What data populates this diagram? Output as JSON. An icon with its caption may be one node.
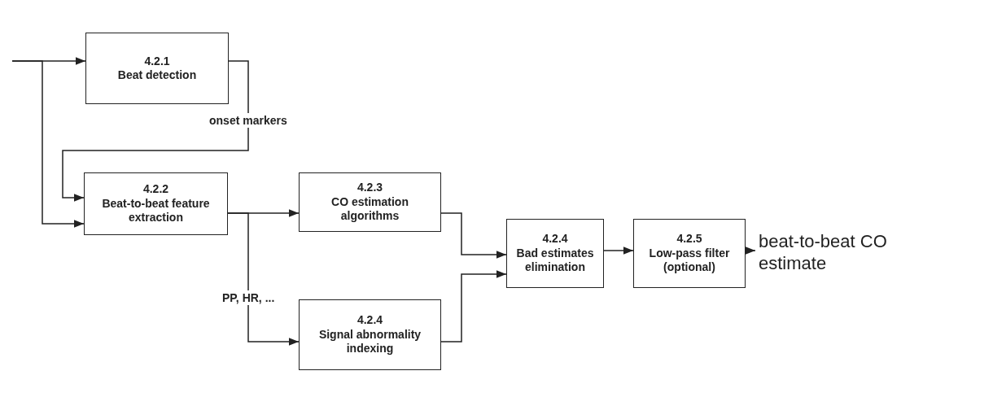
{
  "diagram": {
    "nodes": [
      {
        "text": [
          "4.2.1",
          "Beat detection"
        ]
      },
      {
        "text": [
          "4.2.2",
          "Beat-to-beat feature extraction"
        ]
      },
      {
        "text": [
          "4.2.3",
          "CO estimation algorithms"
        ]
      },
      {
        "text": [
          "4.2.4",
          "Signal abnormality indexing"
        ]
      },
      {
        "text": [
          "4.2.4",
          "Bad estimates elimination"
        ]
      },
      {
        "text": [
          "4.2.5",
          "Low-pass filter (optional)"
        ]
      },
      {
        "text": [
          "beat-to-beat CO estimate"
        ]
      }
    ],
    "edges": [
      {
        "from": null,
        "to": 0,
        "arrow": "to"
      },
      {
        "from": null,
        "to": 1,
        "arrow": "to"
      },
      {
        "from": 0,
        "to": 1,
        "arrow": "to",
        "label": "onset markers"
      },
      {
        "from": 1,
        "to": 2,
        "arrow": "to"
      },
      {
        "from": 1,
        "to": 3,
        "arrow": "to",
        "label": "PP, HR, ..."
      },
      {
        "from": 2,
        "to": 4,
        "arrow": "to"
      },
      {
        "from": 3,
        "to": 4,
        "arrow": "to"
      },
      {
        "from": 4,
        "to": 5,
        "arrow": "to"
      },
      {
        "from": 5,
        "to": 6,
        "arrow": "to"
      }
    ]
  }
}
